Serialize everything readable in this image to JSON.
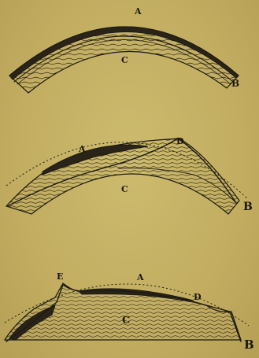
{
  "figures": [
    {
      "labels": {
        "a": "A",
        "b": "B",
        "c": "C"
      }
    },
    {
      "labels": {
        "a": "A",
        "b": "B",
        "c": "C",
        "d": "D"
      }
    },
    {
      "labels": {
        "a": "A",
        "b": "B",
        "c": "C",
        "d": "D",
        "e": "E"
      }
    }
  ],
  "colors": {
    "paper": "#c4b064",
    "ink": "#1d1a12"
  }
}
